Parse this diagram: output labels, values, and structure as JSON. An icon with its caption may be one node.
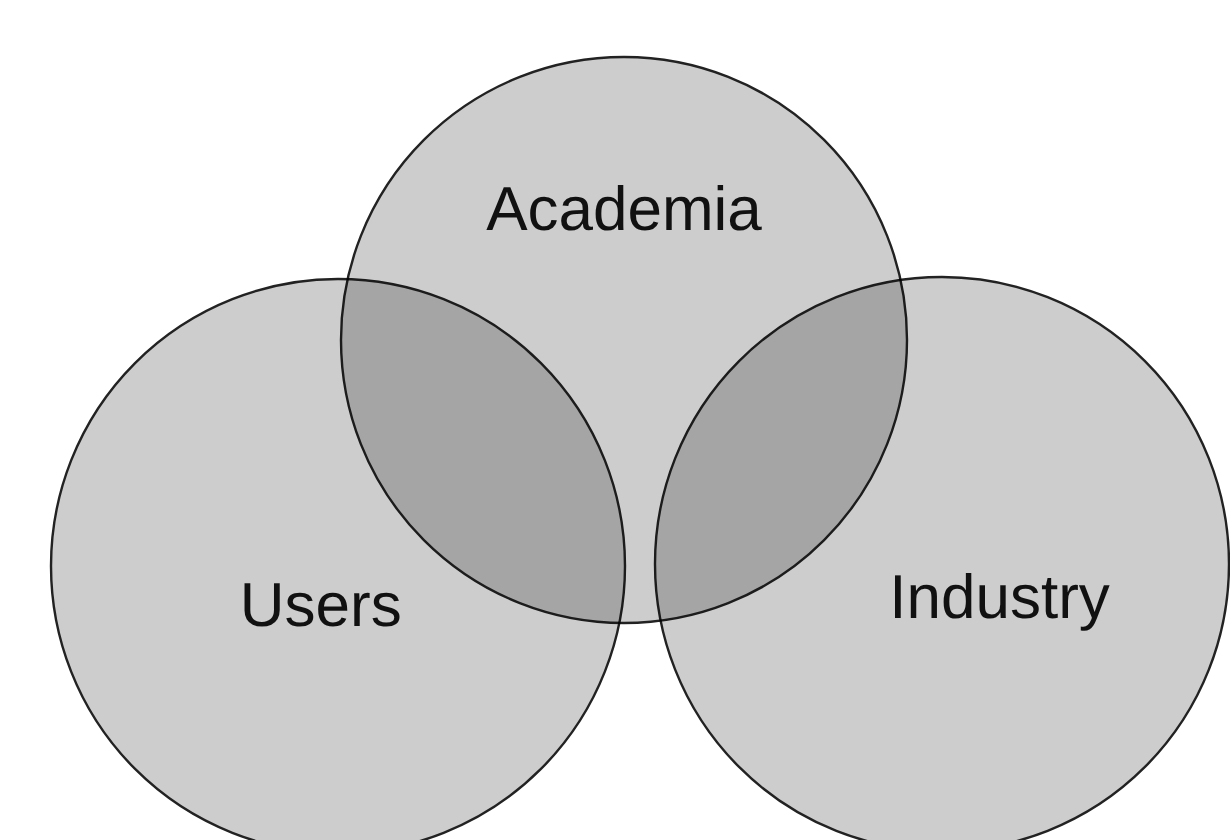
{
  "diagram": {
    "nodes": [
      {
        "text": [
          "Academia"
        ]
      },
      {
        "text": [
          "Users"
        ]
      },
      {
        "text": [
          "Industry"
        ]
      }
    ]
  }
}
